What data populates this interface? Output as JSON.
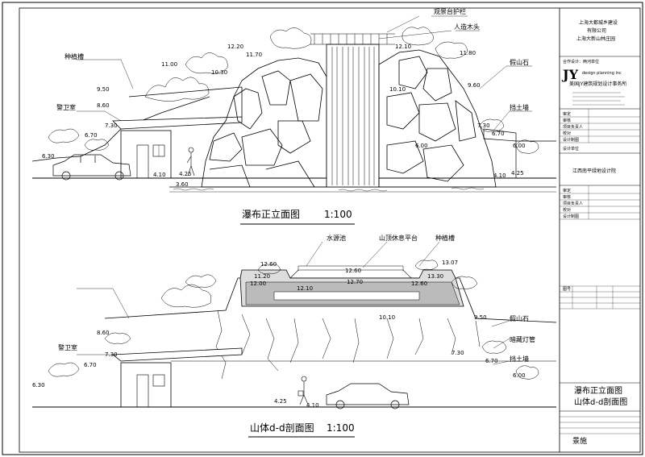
{
  "drawing_top": {
    "title": "瀑布正立面图",
    "scale": "1:100",
    "labels": {
      "planting": "种植槽",
      "guard": "警卫室",
      "railing": "观景台护栏",
      "wood": "人造木头",
      "rock": "假山石",
      "wall": "挡土墙"
    },
    "elevations": [
      "12.20",
      "11.70",
      "11.00",
      "9.50",
      "8.60",
      "7.30",
      "6.70",
      "6.30",
      "12.10",
      "11.80",
      "9.60",
      "10.30",
      "10.10",
      "7.30",
      "6.70",
      "6.00",
      "6.00",
      "4.10",
      "4.25",
      "3.60",
      "4.10",
      "4.25"
    ]
  },
  "drawing_bottom": {
    "title": "山体d-d剖面图",
    "scale": "1:100",
    "labels": {
      "waterfall": "水源池",
      "platform": "山顶休息平台",
      "planting": "种植槽",
      "guard": "警卫室",
      "rock": "假山石",
      "pipe": "暗藏灯管",
      "wall": "挡土墙"
    },
    "elevations": [
      "12.60",
      "12.60",
      "13.30",
      "13.07",
      "12.60",
      "12.70",
      "12.10",
      "12.00",
      "11.20",
      "10.10",
      "8.60",
      "7.30",
      "6.70",
      "6.30",
      "9.50",
      "7.30",
      "6.70",
      "6.00",
      "4.25",
      "4.10"
    ]
  },
  "title_block": {
    "client": "上海大都城乡建设",
    "client2": "有限公司",
    "project": "上海大新山林庄园",
    "design_unit": "合作设计：两河单位",
    "company_logo": "JY",
    "company_en": "design planning inc",
    "company_cn": "美国JY建筑规划设计事务所",
    "rows_top": [
      "审定",
      "审核",
      "项目负责人",
      "校对",
      "设计制图"
    ],
    "design_unit2": "设计单位",
    "project2": "江西南平绿地设计院",
    "rows_mid": [
      "审定",
      "审核",
      "项目负责人",
      "校对",
      "设计制图"
    ],
    "drawing_name1": "瀑布正立面图",
    "drawing_name2": "山体d-d剖面图",
    "stage": "景施",
    "stamp_label": "图号"
  }
}
